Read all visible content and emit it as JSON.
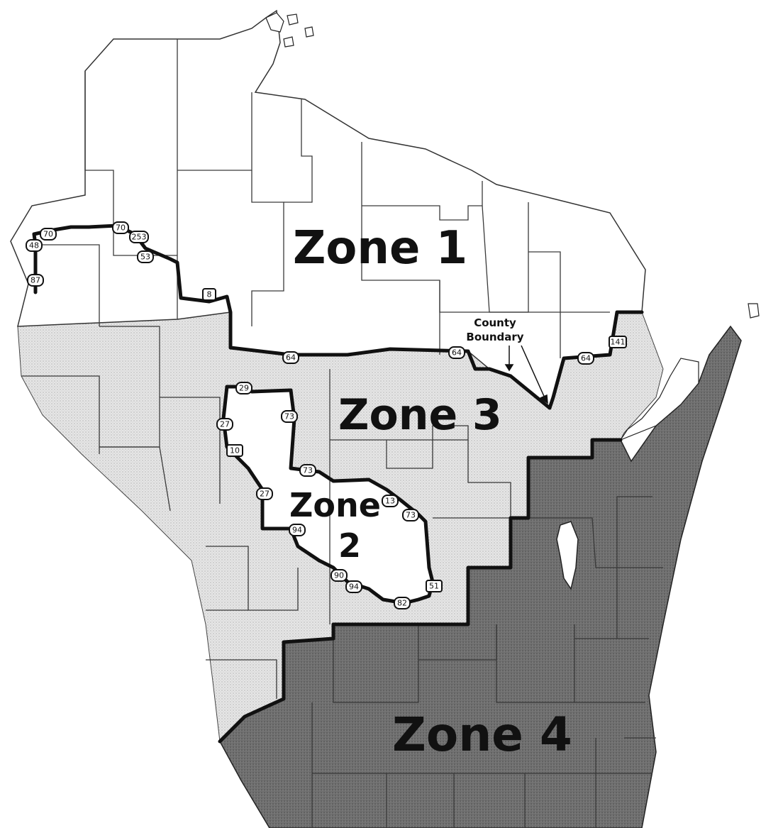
{
  "zones": [
    {
      "label": "Zone 1"
    },
    {
      "label": "Zone 3"
    },
    {
      "label_line1": "Zone",
      "label_line2": "2"
    },
    {
      "label": "Zone 4"
    }
  ],
  "annotation": {
    "line1": "County",
    "line2": "Boundary"
  },
  "highways": [
    "70",
    "48",
    "87",
    "70",
    "253",
    "53",
    "8",
    "64",
    "64",
    "64",
    "141",
    "29",
    "27",
    "10",
    "27",
    "73",
    "73",
    "13",
    "73",
    "94",
    "90",
    "94",
    "82",
    "51"
  ],
  "shading": {
    "zone1": "#ffffff",
    "zone2": "#ffffff",
    "zone3": "#e4e4e4",
    "zone4": "#6e6e6e",
    "boundary": "#111111"
  }
}
